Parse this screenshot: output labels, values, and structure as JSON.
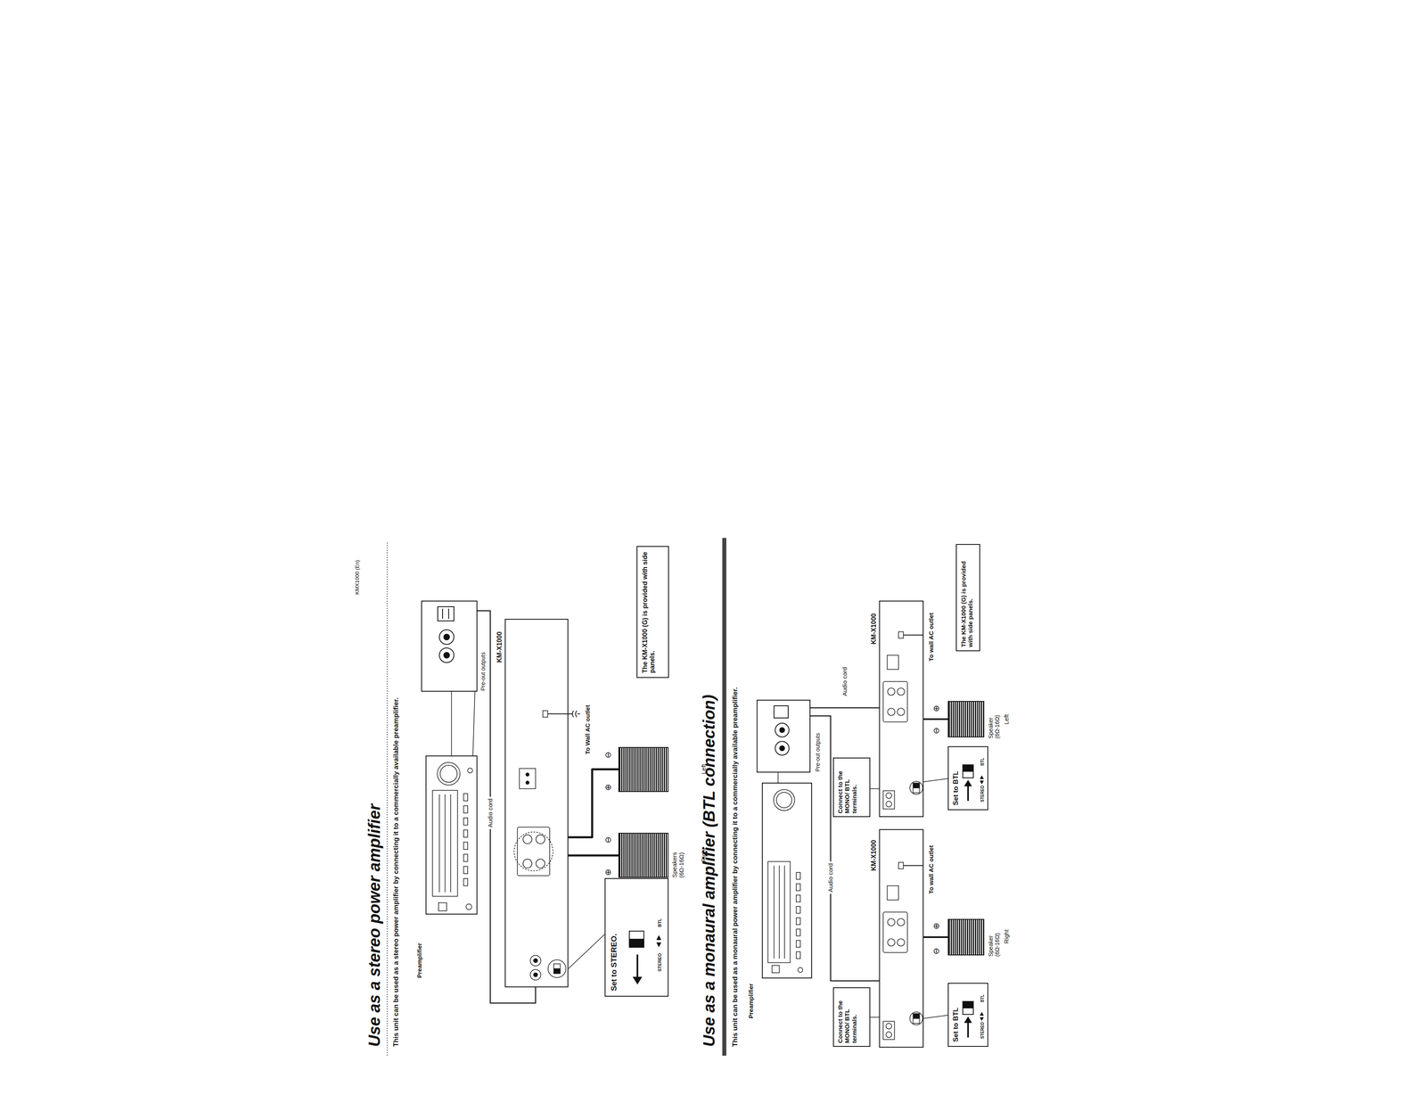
{
  "diagram": {
    "title": "Use as a stereo power amplifier",
    "nodes": [
      {
        "text": [
          "Preamplifier"
        ]
      },
      {
        "text": [
          "Pre-out outputs"
        ]
      },
      {
        "text": [
          "KM-X1000"
        ]
      },
      {
        "text": [
          "Set to STEREO.",
          "STEREO",
          "BTL"
        ]
      },
      {
        "text": [
          "Right"
        ]
      },
      {
        "text": [
          "Left"
        ]
      },
      {
        "text": [
          "The KM-X1000 (G) is provided with side panels."
        ]
      },
      {
        "text": [
          "Preamplifier"
        ]
      },
      {
        "text": [
          "Pre-out outputs"
        ]
      },
      {
        "text": [
          "KM-X1000"
        ]
      },
      {
        "text": [
          "KM-X1000"
        ]
      },
      {
        "text": [
          "Connect to the MONO/ BTL terminals."
        ]
      },
      {
        "text": [
          "Connect to the MONO/ BTL terminals."
        ]
      },
      {
        "text": [
          "Set to BTL",
          "STEREO",
          "BTL"
        ]
      },
      {
        "text": [
          "Set to BTL",
          "STEREO",
          "BTL"
        ]
      },
      {
        "text": [
          "Speaker (6Ω-16Ω)",
          "Right"
        ]
      },
      {
        "text": [
          "Speaker (6Ω-16Ω)",
          "Left"
        ]
      },
      {
        "text": [
          "The KM-X1000 (G) is provided with side panels."
        ]
      }
    ],
    "edges": [
      {
        "from": 1,
        "to": 2,
        "arrow": "none",
        "label": "Audio cord"
      },
      {
        "from": 0,
        "to": 1,
        "arrow": "none"
      },
      {
        "from": 2,
        "to": 4,
        "arrow": "none"
      },
      {
        "from": 2,
        "to": 5,
        "arrow": "none"
      },
      {
        "from": 3,
        "to": 2,
        "arrow": "none"
      },
      {
        "from": 7,
        "to": 8,
        "arrow": "none"
      },
      {
        "from": 8,
        "to": 9,
        "arrow": "none",
        "label": "Audio cord"
      },
      {
        "from": 8,
        "to": 10,
        "arrow": "none",
        "label": "Audio cord"
      },
      {
        "from": 11,
        "to": 9,
        "arrow": "none"
      },
      {
        "from": 12,
        "to": 10,
        "arrow": "none"
      },
      {
        "from": 13,
        "to": 9,
        "arrow": "none"
      },
      {
        "from": 14,
        "to": 10,
        "arrow": "none"
      },
      {
        "from": 9,
        "to": 15,
        "arrow": "none"
      },
      {
        "from": 10,
        "to": 16,
        "arrow": "none"
      }
    ],
    "labels": [
      "KMX1000 (En)",
      "This unit can be used as a stereo power amplifier by connecting it to a commercially available preamplifier.",
      "Speakers (6Ω-16Ω)",
      "⊕",
      "⊖",
      "⊕",
      "⊖",
      "To Wall AC outlet",
      "Use as a monaural amplifier (BTL connection)",
      "This unit can be used as a monaural power amplifier by connecting it to a commercially available preamplifier.",
      "⊖",
      "⊕",
      "⊖",
      "⊕",
      "To wall AC outlet",
      "To wall AC outlet"
    ]
  }
}
